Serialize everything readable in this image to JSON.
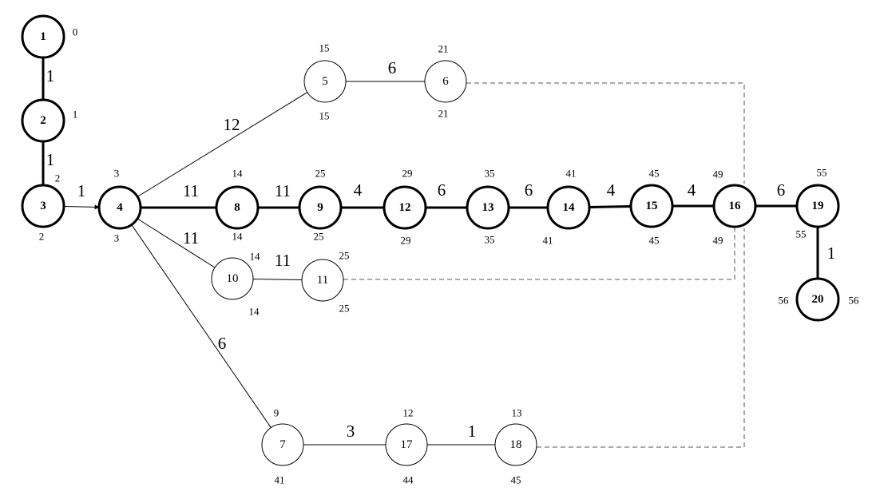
{
  "nodes": [
    {
      "id": "1",
      "critical": true,
      "times": [
        "0"
      ]
    },
    {
      "id": "2",
      "critical": true,
      "times": [
        "1"
      ]
    },
    {
      "id": "3",
      "critical": true,
      "times": [
        "2",
        "2"
      ]
    },
    {
      "id": "4",
      "critical": true,
      "times": [
        "3",
        "3"
      ]
    },
    {
      "id": "5",
      "critical": false,
      "times": [
        "15",
        "15"
      ]
    },
    {
      "id": "6",
      "critical": false,
      "times": [
        "21",
        "21"
      ]
    },
    {
      "id": "7",
      "critical": false,
      "times": [
        "9",
        "41"
      ]
    },
    {
      "id": "8",
      "critical": true,
      "times": [
        "14",
        "14"
      ]
    },
    {
      "id": "9",
      "critical": true,
      "times": [
        "25",
        "25"
      ]
    },
    {
      "id": "10",
      "critical": false,
      "times": [
        "14",
        "14"
      ]
    },
    {
      "id": "11",
      "critical": false,
      "times": [
        "25",
        "25"
      ]
    },
    {
      "id": "12",
      "critical": true,
      "times": [
        "29",
        "29"
      ]
    },
    {
      "id": "13",
      "critical": true,
      "times": [
        "35",
        "35"
      ]
    },
    {
      "id": "14",
      "critical": true,
      "times": [
        "41",
        "41"
      ]
    },
    {
      "id": "15",
      "critical": true,
      "times": [
        "45",
        "45"
      ]
    },
    {
      "id": "16",
      "critical": true,
      "times": [
        "49",
        "49"
      ]
    },
    {
      "id": "17",
      "critical": false,
      "times": [
        "12",
        "44"
      ]
    },
    {
      "id": "18",
      "critical": false,
      "times": [
        "13",
        "45"
      ]
    },
    {
      "id": "19",
      "critical": true,
      "times": [
        "55",
        "55"
      ]
    },
    {
      "id": "20",
      "critical": true,
      "times": [
        "56",
        "56"
      ]
    }
  ],
  "edges": [
    {
      "from": "1",
      "to": "2",
      "weight": "1",
      "style": "critical"
    },
    {
      "from": "2",
      "to": "3",
      "weight": "1",
      "style": "critical"
    },
    {
      "from": "3",
      "to": "4",
      "weight": "1",
      "style": "normal"
    },
    {
      "from": "4",
      "to": "5",
      "weight": "12",
      "style": "normal"
    },
    {
      "from": "5",
      "to": "6",
      "weight": "6",
      "style": "normal"
    },
    {
      "from": "6",
      "to": "16",
      "weight": "",
      "style": "dummy"
    },
    {
      "from": "4",
      "to": "8",
      "weight": "11",
      "style": "critical"
    },
    {
      "from": "8",
      "to": "9",
      "weight": "11",
      "style": "critical"
    },
    {
      "from": "9",
      "to": "12",
      "weight": "4",
      "style": "critical"
    },
    {
      "from": "12",
      "to": "13",
      "weight": "6",
      "style": "critical"
    },
    {
      "from": "13",
      "to": "14",
      "weight": "6",
      "style": "critical"
    },
    {
      "from": "14",
      "to": "15",
      "weight": "4",
      "style": "critical"
    },
    {
      "from": "15",
      "to": "16",
      "weight": "4",
      "style": "critical"
    },
    {
      "from": "16",
      "to": "19",
      "weight": "6",
      "style": "critical"
    },
    {
      "from": "19",
      "to": "20",
      "weight": "1",
      "style": "critical"
    },
    {
      "from": "4",
      "to": "10",
      "weight": "11",
      "style": "normal"
    },
    {
      "from": "10",
      "to": "11",
      "weight": "11",
      "style": "normal"
    },
    {
      "from": "11",
      "to": "16",
      "weight": "",
      "style": "dummy"
    },
    {
      "from": "4",
      "to": "7",
      "weight": "6",
      "style": "normal"
    },
    {
      "from": "7",
      "to": "17",
      "weight": "3",
      "style": "normal"
    },
    {
      "from": "17",
      "to": "18",
      "weight": "1",
      "style": "normal"
    },
    {
      "from": "18",
      "to": "16",
      "weight": "",
      "style": "dummy"
    }
  ],
  "colors": {
    "stroke": "#000000",
    "dummy": "#555555",
    "background": "#ffffff"
  }
}
